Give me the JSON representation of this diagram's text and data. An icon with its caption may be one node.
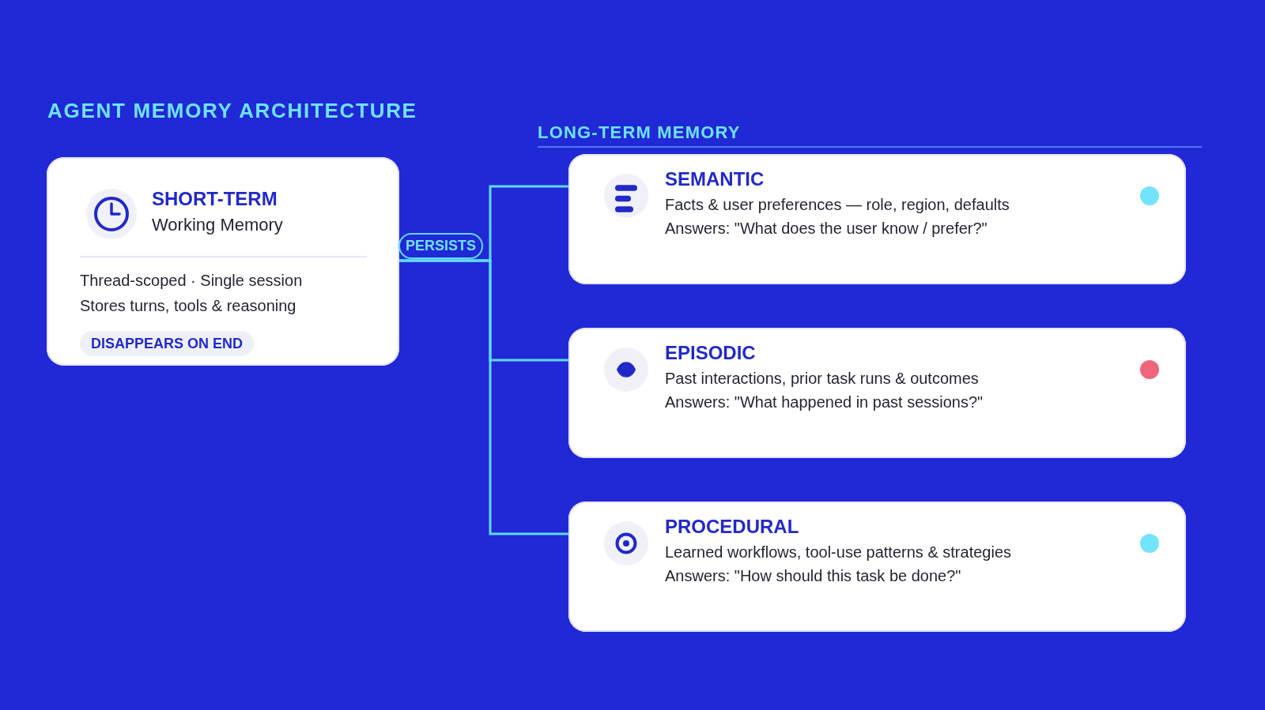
{
  "diagram": {
    "title": "AGENT MEMORY ARCHITECTURE",
    "nodes": [
      {
        "text": [
          "SHORT-TERM",
          "Working Memory",
          "Thread-scoped · Single session",
          "Stores turns, tools & reasoning"
        ]
      },
      {
        "text": [
          "DISAPPEARS ON END"
        ],
        "in": 0
      },
      {
        "text": [
          "SEMANTIC",
          "Facts & user preferences — role, region, defaults",
          "Answers: \"What does the user know / prefer?\""
        ]
      },
      {
        "text": [
          "EPISODIC",
          "Past interactions, prior task runs & outcomes",
          "Answers: \"What happened in past sessions?\""
        ]
      },
      {
        "text": [
          "PROCEDURAL",
          "Learned workflows, tool-use patterns & strategies",
          "Answers: \"How should this task be done?\""
        ]
      }
    ],
    "edges": [
      {
        "from": 0,
        "to": 2,
        "arrow": "none",
        "label": "PERSISTS"
      },
      {
        "from": 0,
        "to": 3,
        "arrow": "none"
      },
      {
        "from": 0,
        "to": 4,
        "arrow": "none"
      }
    ],
    "labels": [
      "LONG-TERM MEMORY"
    ]
  }
}
